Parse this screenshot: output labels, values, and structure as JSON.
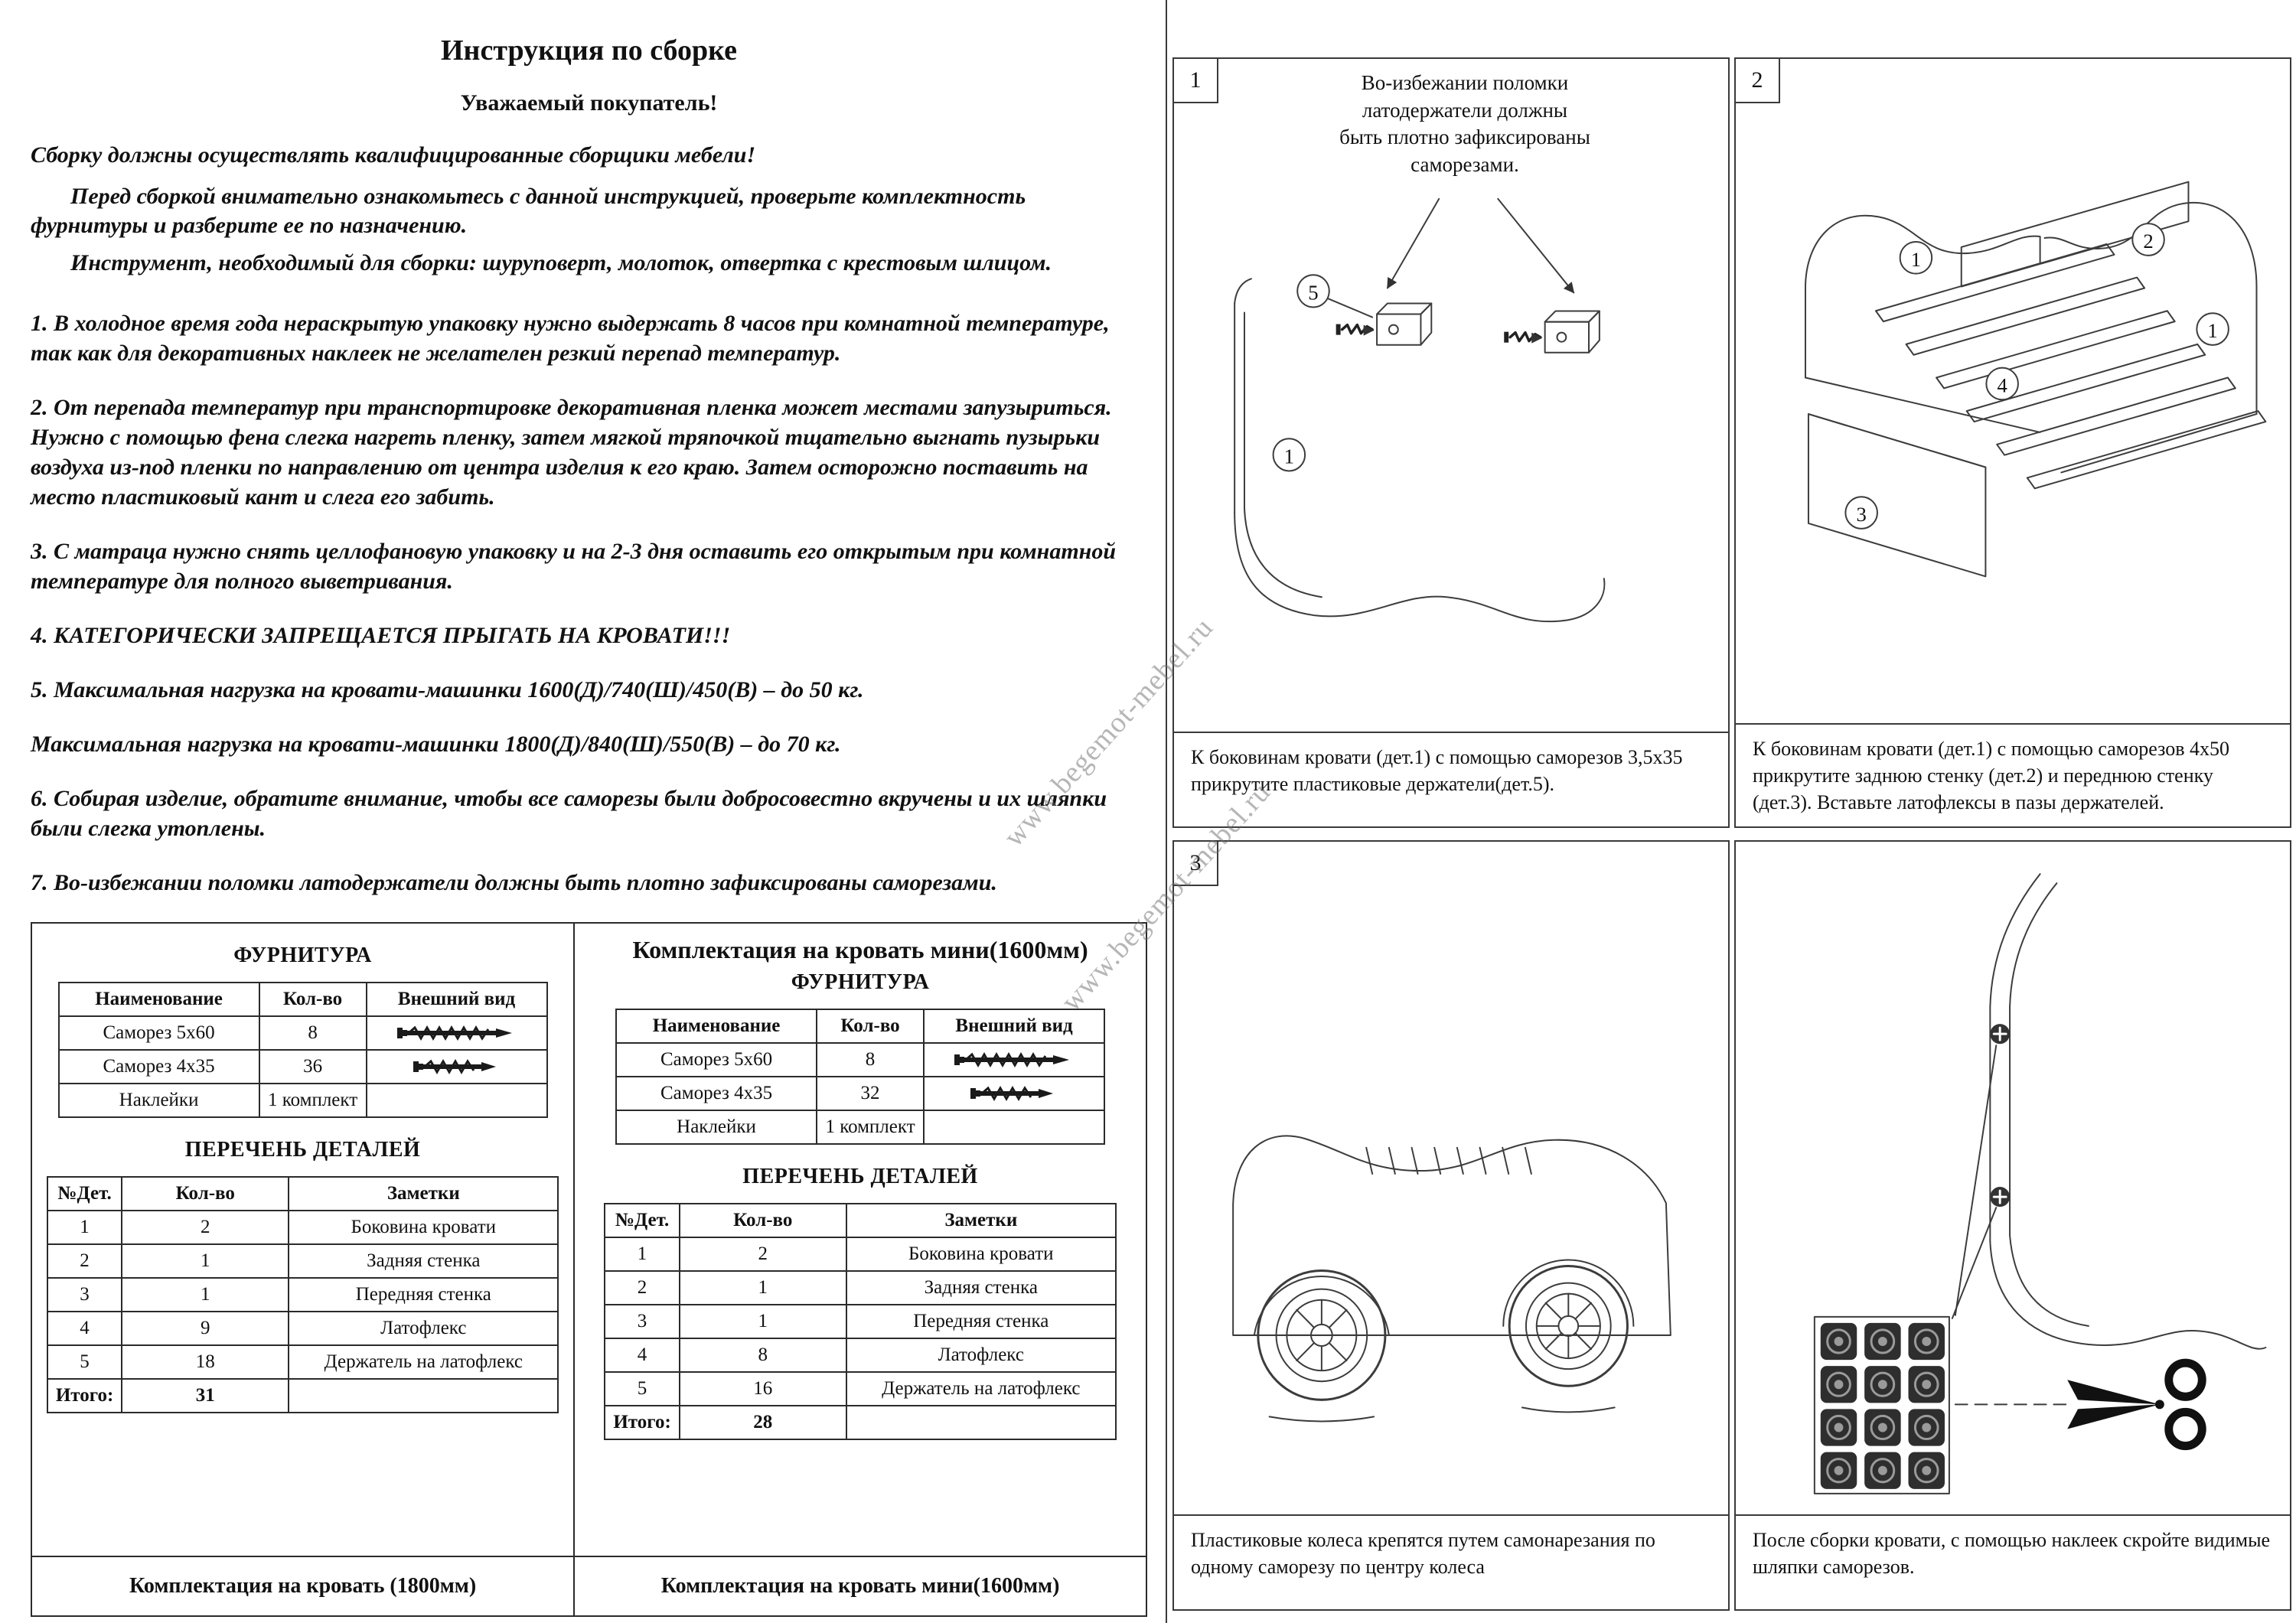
{
  "watermark": "www.begemot-mebel.ru",
  "instructions": {
    "title": "Инструкция по сборке",
    "greeting": "Уважаемый покупатель!",
    "lead": "Сборку должны осуществлять квалифицированные сборщики мебели!",
    "para1": "Перед сборкой внимательно ознакомьтесь с данной инструкцией, проверьте комплектность фурнитуры и  разберите  ее  по назначению.",
    "para2": "Инструмент, необходимый для сборки: шуруповерт, молоток, отвертка с крестовым шлицом.",
    "items": [
      "1. В холодное время года нераскрытую упаковку нужно выдержать 8 часов при комнатной температуре, так как для декоративных наклеек не желателен резкий перепад температур.",
      "2. От перепада температур при транспортировке декоративная пленка может местами запузыриться. Нужно с помощью фена слегка нагреть пленку, затем мягкой тряпочкой тщательно выгнать пузырьки  воздуха из-под пленки по направлению от центра изделия к его краю. Затем осторожно поставить на место пластиковый кант и слега его забить.",
      "3. С матраца нужно снять целлофановую упаковку и на 2-3 дня оставить его открытым при комнатной  температуре для полного выветривания.",
      "4. КАТЕГОРИЧЕСКИ ЗАПРЕЩАЕТСЯ ПРЫГАТЬ НА КРОВАТИ!!!",
      "5. Максимальная нагрузка на кровати-машинки 1600(Д)/740(Ш)/450(В) – до 50 кг.",
      "Максимальная нагрузка на кровати-машинки 1800(Д)/840(Ш)/550(В) – до 70 кг.",
      "6. Собирая изделие, обратите внимание, чтобы все саморезы были добросовестно вкручены и их шляпки  были слегка утоплены.",
      "7. Во-избежании поломки латодержатели должны быть плотно зафиксированы саморезами."
    ]
  },
  "kit_1800": {
    "furniture_title": "ФУРНИТУРА",
    "furniture_headers": [
      "Наименование",
      "Кол-во",
      "Внешний вид"
    ],
    "furniture_rows": [
      {
        "name": "Саморез 5х60",
        "qty": "8"
      },
      {
        "name": "Саморез 4х35",
        "qty": "36"
      },
      {
        "name": "Наклейки",
        "qty": "1 комплект"
      }
    ],
    "parts_title": "ПЕРЕЧЕНЬ ДЕТАЛЕЙ",
    "parts_headers": [
      "№Дет.",
      "Кол-во",
      "Заметки"
    ],
    "parts_rows": [
      {
        "num": "1",
        "qty": "2",
        "note": "Боковина кровати"
      },
      {
        "num": "2",
        "qty": "1",
        "note": "Задняя стенка"
      },
      {
        "num": "3",
        "qty": "1",
        "note": "Передняя стенка"
      },
      {
        "num": "4",
        "qty": "9",
        "note": "Латофлекс"
      },
      {
        "num": "5",
        "qty": "18",
        "note": "Держатель на латофлекс"
      }
    ],
    "total_label": "Итого:",
    "total_qty": "31",
    "footer": "Комплектация на кровать (1800мм)"
  },
  "kit_1600": {
    "title": "Комплектация на кровать мини(1600мм)",
    "furniture_title": "ФУРНИТУРА",
    "furniture_headers": [
      "Наименование",
      "Кол-во",
      "Внешний вид"
    ],
    "furniture_rows": [
      {
        "name": "Саморез 5х60",
        "qty": "8"
      },
      {
        "name": "Саморез 4х35",
        "qty": "32"
      },
      {
        "name": "Наклейки",
        "qty": "1 комплект"
      }
    ],
    "parts_title": "ПЕРЕЧЕНЬ ДЕТАЛЕЙ",
    "parts_headers": [
      "№Дет.",
      "Кол-во",
      "Заметки"
    ],
    "parts_rows": [
      {
        "num": "1",
        "qty": "2",
        "note": "Боковина кровати"
      },
      {
        "num": "2",
        "qty": "1",
        "note": "Задняя стенка"
      },
      {
        "num": "3",
        "qty": "1",
        "note": "Передняя стенка"
      },
      {
        "num": "4",
        "qty": "8",
        "note": "Латофлекс"
      },
      {
        "num": "5",
        "qty": "16",
        "note": "Держатель на латофлекс"
      }
    ],
    "total_label": "Итого:",
    "total_qty": "28",
    "footer": "Комплектация на кровать мини(1600мм)"
  },
  "panels": [
    {
      "number": "1",
      "note": "Во-избежании поломки\nлатодержатели должны\nбыть плотно зафиксированы\nсаморезами.",
      "caption": "К боковинам кровати (дет.1) с помощью саморезов 3,5х35 прикрутите пластиковые держатели(дет.5).",
      "callouts": {
        "holder": "5",
        "side": "1"
      }
    },
    {
      "number": "2",
      "caption": "К боковинам кровати (дет.1) с помощью саморезов 4х50 прикрутите заднюю  стенку (дет.2) и переднюю стенку (дет.3). Вставьте латофлексы в пазы держателей.",
      "callouts": {
        "side_left": "1",
        "back": "2",
        "latoflex": "4",
        "side_right": "1",
        "front": "3"
      }
    },
    {
      "number": "3",
      "caption": "Пластиковые колеса крепятся путем самонарезания по одному саморезу по центру колеса"
    },
    {
      "caption": "После сборки кровати, с помощью наклеек скройте видимые шляпки саморезов."
    }
  ]
}
